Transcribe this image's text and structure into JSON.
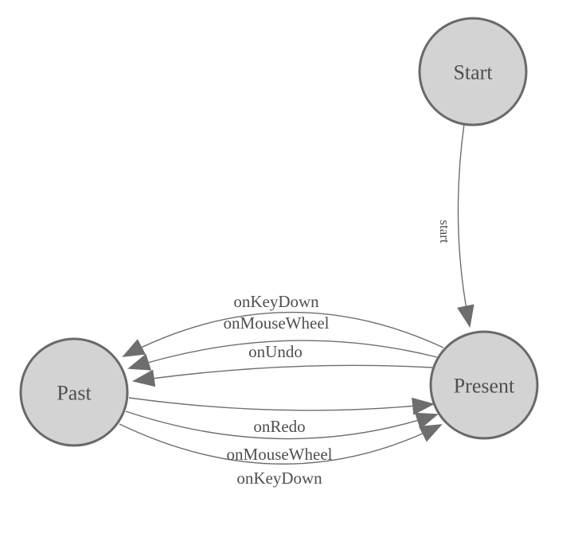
{
  "diagram": {
    "type": "state-machine",
    "colors": {
      "canvas_bg": "#ffffff",
      "node_fill": "#d3d3d3",
      "node_border": "#696969",
      "edge_line": "#6e6e6e",
      "arrowhead": "#6e6e6e",
      "label_text": "#4f4f4f"
    },
    "nodes": [
      {
        "id": "start",
        "label": "Start"
      },
      {
        "id": "present",
        "label": "Present"
      },
      {
        "id": "past",
        "label": "Past"
      }
    ],
    "edges": [
      {
        "id": "start-to-present",
        "from": "Start",
        "to": "Present",
        "label": "start"
      },
      {
        "id": "present-to-past-keydown",
        "from": "Present",
        "to": "Past",
        "label": "onKeyDown"
      },
      {
        "id": "present-to-past-mousewheel",
        "from": "Present",
        "to": "Past",
        "label": "onMouseWheel"
      },
      {
        "id": "present-to-past-undo",
        "from": "Present",
        "to": "Past",
        "label": "onUndo"
      },
      {
        "id": "past-to-present-redo",
        "from": "Past",
        "to": "Present",
        "label": "onRedo"
      },
      {
        "id": "past-to-present-mousewheel",
        "from": "Past",
        "to": "Present",
        "label": "onMouseWheel"
      },
      {
        "id": "past-to-present-keydown",
        "from": "Past",
        "to": "Present",
        "label": "onKeyDown"
      }
    ]
  }
}
